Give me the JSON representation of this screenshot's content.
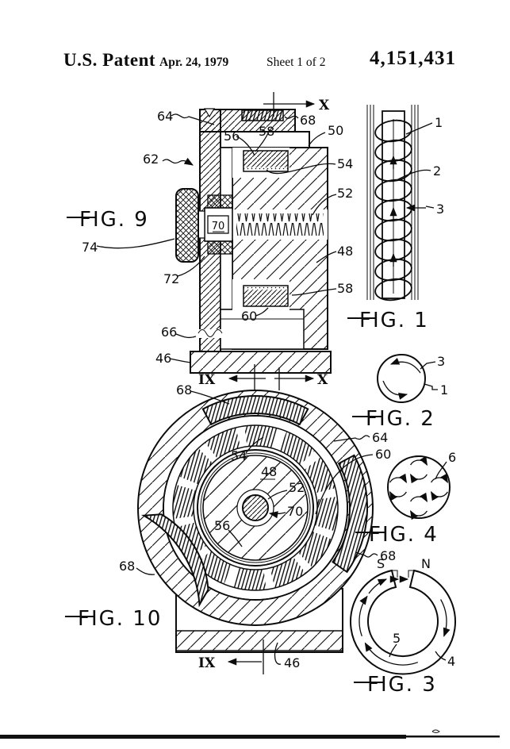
{
  "header": {
    "title": "U.S. Patent",
    "date": "Apr. 24, 1979",
    "sheet": "Sheet 1 of 2",
    "number": "4,151,431"
  },
  "fig9": {
    "label": "FIG. 9",
    "sections": {
      "top_x": "X",
      "mid_ix": "IX",
      "mid_x": "X"
    },
    "refs": {
      "n46": "46",
      "n48": "48",
      "n50": "50",
      "n52": "52",
      "n54": "54",
      "n56": "56",
      "n58_top": "58",
      "n58_bottom": "58",
      "n60": "60",
      "n62": "62",
      "n64": "64",
      "n66": "66",
      "n68": "68",
      "n70": "70",
      "n72": "72",
      "n74": "74"
    }
  },
  "fig10": {
    "label": "FIG. 10",
    "sections": {
      "bottom_ix": "IX"
    },
    "refs": {
      "n46": "46",
      "n48": "48",
      "n52": "52",
      "n54": "54",
      "n56": "56",
      "n60": "60",
      "n64": "64",
      "n68_top": "68",
      "n68_left": "68",
      "n68_right": "68",
      "n70": "70"
    }
  },
  "fig1": {
    "label": "FIG. 1",
    "refs": {
      "n1": "1",
      "n2": "2",
      "n3": "3"
    }
  },
  "fig2": {
    "label": "FIG. 2",
    "refs": {
      "n1": "1",
      "n3": "3"
    }
  },
  "fig3": {
    "label": "FIG. 3",
    "refs": {
      "n4": "4",
      "n5": "5",
      "pole_s": "S",
      "pole_n": "N"
    }
  },
  "fig4": {
    "label": "FIG. 4",
    "refs": {
      "n6": "6"
    }
  }
}
